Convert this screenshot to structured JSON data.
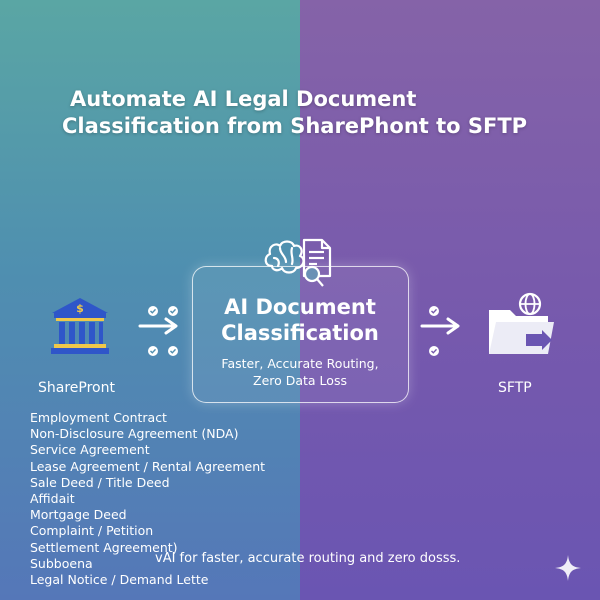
{
  "title": {
    "line1": "Automate AI Legal Document",
    "line2": "Classification from SharePhont to SFTP"
  },
  "center": {
    "title_line1": "AI Document",
    "title_line2": "Classification",
    "subtitle_line1": "Faster, Accurate Routing,",
    "subtitle_line2": "Zero Data Loss"
  },
  "source": {
    "label": "SharePront",
    "icon": "bank-icon"
  },
  "destination": {
    "label": "SFTP",
    "icon": "folder-globe-icon"
  },
  "document_types": [
    "Employment Contract",
    "Non-Disclosure Agreement (NDA)",
    "Service Agreement",
    "Lease Agreement / Rental Agreement",
    "Sale Deed / Title Deed",
    "Affidait",
    "Mortgage Deed",
    "Complaint / Petition",
    "Settlement Agreement)",
    "Subboena",
    "Legal Notice / Demand Lette"
  ],
  "footer": "vAI for faster, accurate routing and zero dosss.",
  "colors": {
    "left_bg": "#5a9fae",
    "right_bg": "#7a5aac",
    "bank_blue": "#2f56c9",
    "bank_gold": "#f0c84a",
    "text": "#ffffff"
  }
}
